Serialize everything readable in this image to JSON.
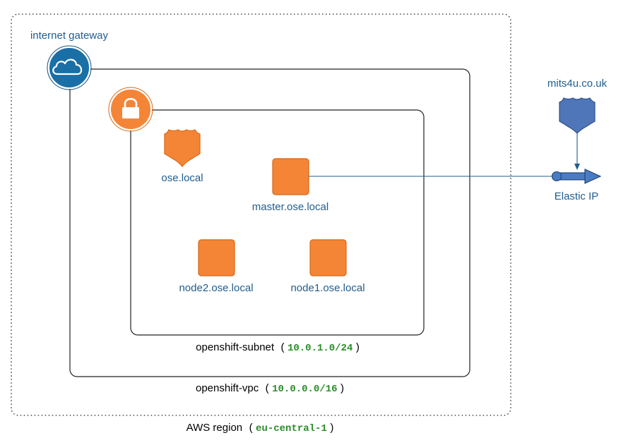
{
  "colors": {
    "label_blue": "#1f5d8f",
    "label_black": "#000000",
    "cidr_green": "#2a8c2a",
    "aws_orange": "#f58536",
    "aws_orange_dark": "#d86613",
    "gateway_blue": "#1a6fa6",
    "shield_blue": "#4f76b8",
    "eip_blue": "#4a7cc4",
    "line_blue": "#1f5d8f",
    "border_black": "#222222"
  },
  "region": {
    "label": "AWS region",
    "open": "(",
    "cidr": "eu-central-1",
    "close": ")"
  },
  "vpc": {
    "label": "openshift-vpc",
    "open": "(",
    "cidr": "10.0.0.0/16",
    "close": ")"
  },
  "subnet": {
    "label": "openshift-subnet",
    "open": "(",
    "cidr": "10.0.1.0/24",
    "close": ")"
  },
  "internet_gateway": {
    "label": "internet gateway",
    "icon": "cloud-icon"
  },
  "subnet_icon": {
    "icon": "lock-icon"
  },
  "dns_zone": {
    "label": "ose.local",
    "icon": "shield-icon"
  },
  "instances": {
    "master": {
      "label": "master.ose.local",
      "icon": "instance-icon"
    },
    "node2": {
      "label": "node2.ose.local",
      "icon": "instance-icon"
    },
    "node1": {
      "label": "node1.ose.local",
      "icon": "instance-icon"
    }
  },
  "external_dns": {
    "label": "mits4u.co.uk",
    "icon": "shield-icon"
  },
  "elastic_ip": {
    "label": "Elastic IP",
    "icon": "elastic-ip-icon"
  }
}
